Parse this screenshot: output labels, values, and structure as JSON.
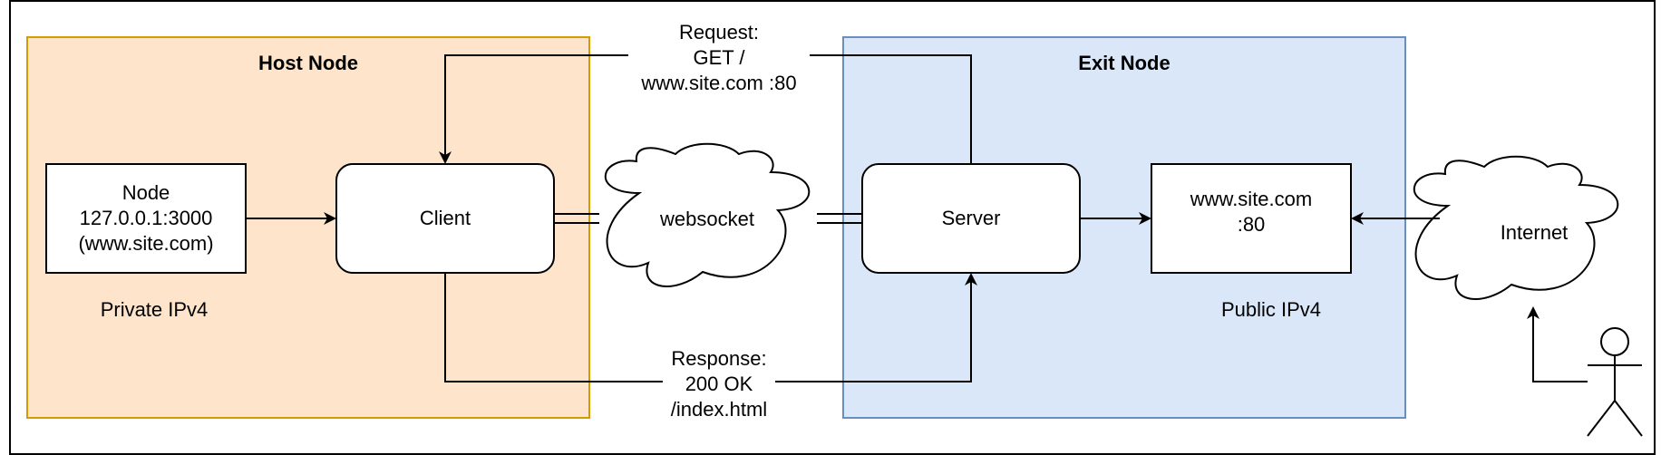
{
  "host_node": {
    "title": "Host Node",
    "private_label": "Private IPv4",
    "fill": "#fde4cb",
    "stroke": "#d79b00"
  },
  "exit_node": {
    "title": "Exit Node",
    "public_label": "Public IPv4",
    "fill": "#dae7f9",
    "stroke": "#6c8ebf"
  },
  "node_box": {
    "line1": "Node",
    "line2": "127.0.0.1:3000",
    "line3": "(www.site.com)"
  },
  "client": {
    "label": "Client"
  },
  "server": {
    "label": "Server"
  },
  "site_box": {
    "line1": "www.site.com",
    "line2": ":80"
  },
  "websocket_cloud": {
    "label": "websocket"
  },
  "internet_cloud": {
    "label": "Internet"
  },
  "request": {
    "line1": "Request:",
    "line2": "GET /",
    "line3": "www.site.com :80"
  },
  "response": {
    "line1": "Response:",
    "line2": "200 OK",
    "line3": "/index.html"
  }
}
